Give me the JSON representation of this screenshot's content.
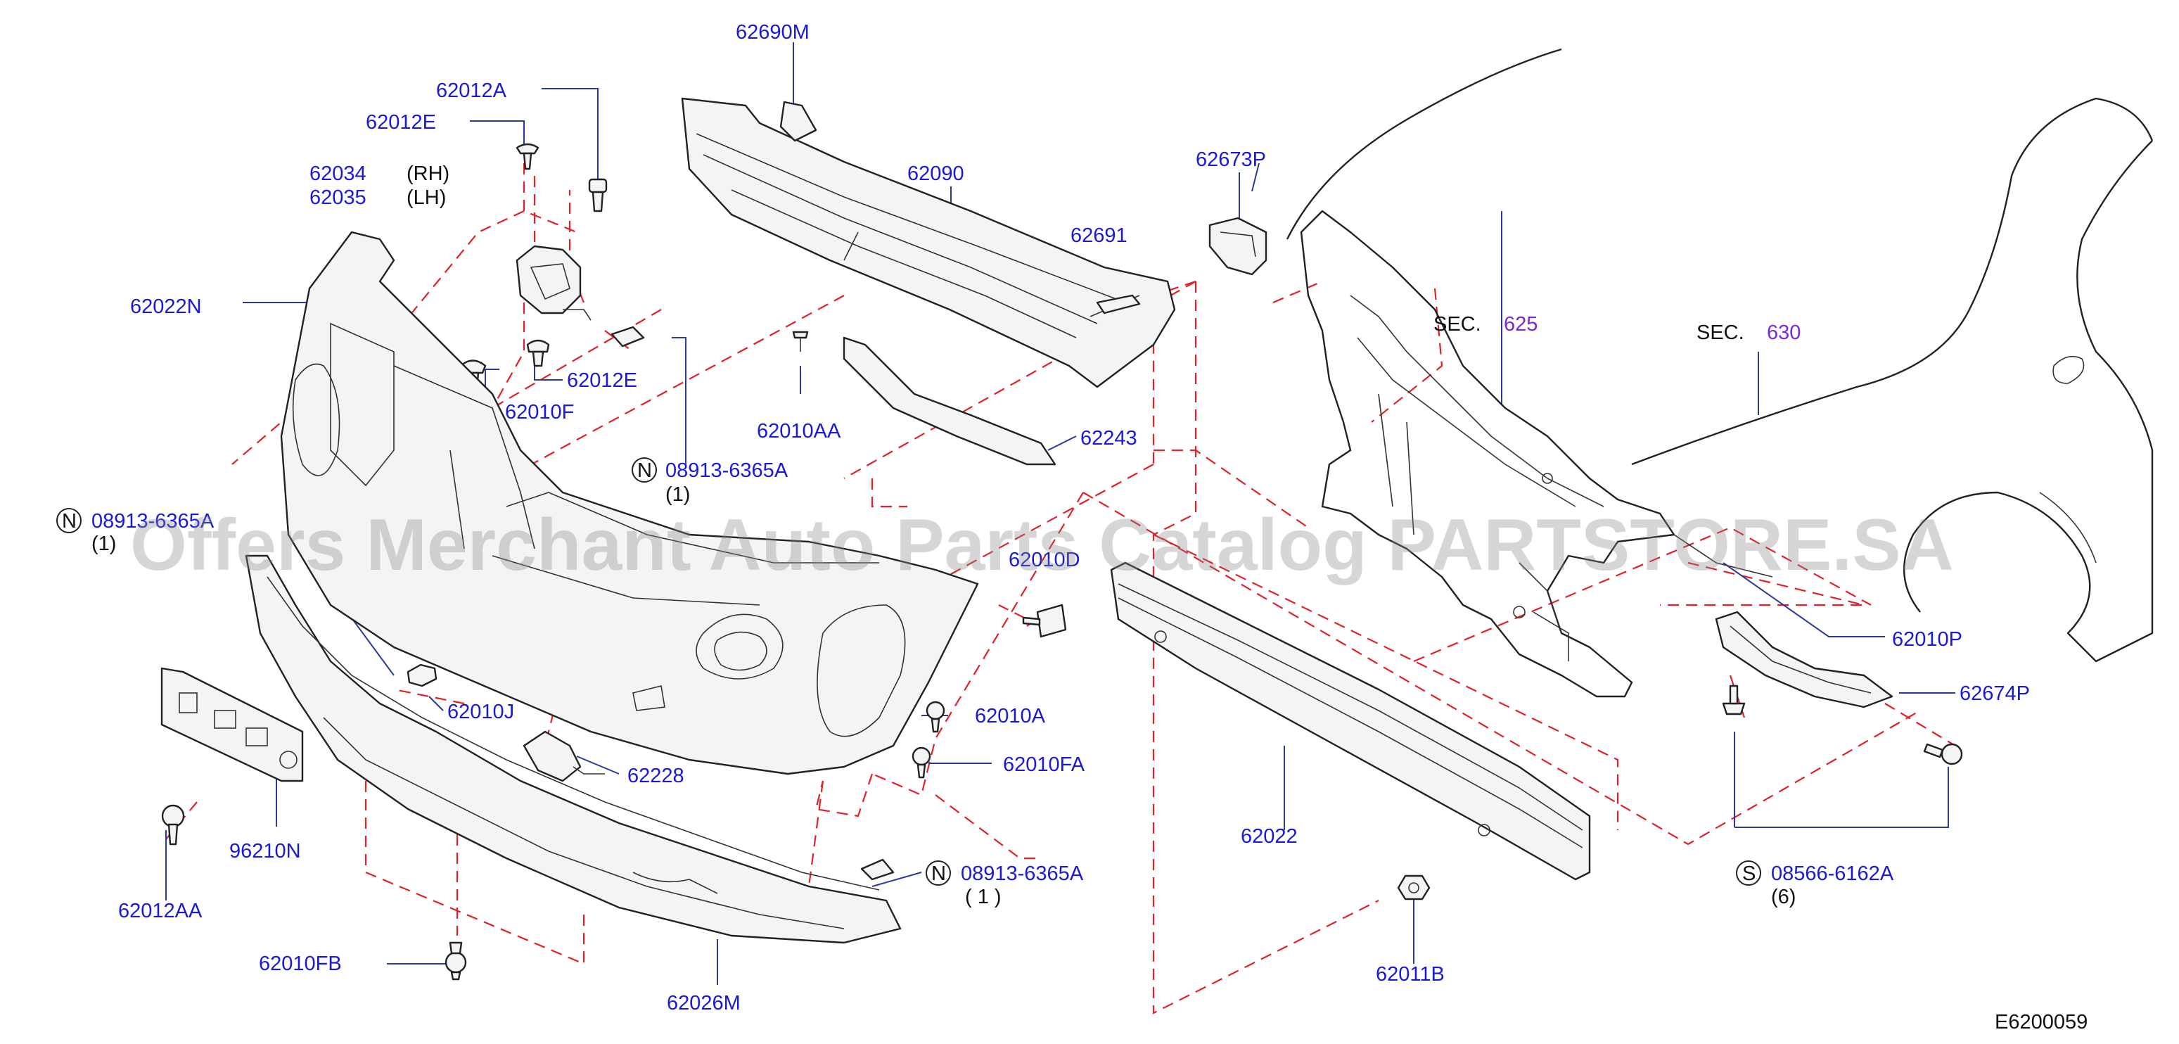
{
  "diagram_id": "E6200059",
  "watermark": "Offers Merchant Auto Parts Catalog PARTSTORE.SA",
  "sections": [
    {
      "prefix": "SEC.",
      "number": "625"
    },
    {
      "prefix": "SEC.",
      "number": "630"
    }
  ],
  "parts": {
    "p62690M": "62690M",
    "p62012A": "62012A",
    "p62012E_top": "62012E",
    "p62034": "62034",
    "p62034_side": "(RH)",
    "p62035": "62035",
    "p62035_side": "(LH)",
    "p62090": "62090",
    "p62673P": "62673P",
    "p62691": "62691",
    "p62022N": "62022N",
    "p62012E_bottom": "62012E",
    "p62010F": "62010F",
    "p62010AA": "62010AA",
    "p62243": "62243",
    "p08913_top": "08913-6365A",
    "p08913_top_qty": "(1)",
    "p08913_left": "08913-6365A",
    "p08913_left_qty": "(1)",
    "p62010D": "62010D",
    "p62010P": "62010P",
    "p62674P": "62674P",
    "p62010J": "62010J",
    "p62010A": "62010A",
    "p62010FA": "62010FA",
    "p62228": "62228",
    "p62022": "62022",
    "p96210N": "96210N",
    "p62012AA": "62012AA",
    "p08913_bottom": "08913-6365A",
    "p08913_bottom_qty": "( 1 )",
    "p08566": "08566-6162A",
    "p08566_qty": "(6)",
    "p62011B": "62011B",
    "p62010FB": "62010FB",
    "p62026M": "62026M"
  },
  "badges": {
    "n_badge": "N",
    "s_badge": "S"
  },
  "colors": {
    "label": "#1a1ad6",
    "section_number": "#7a2ad0",
    "leader": "#2a3a9a",
    "dashed_guide": "#e0202a",
    "watermark": "#8a8a8a"
  }
}
